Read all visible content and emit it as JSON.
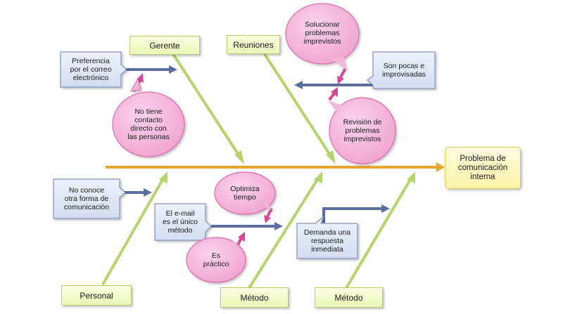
{
  "effect": {
    "label": "Problema de\ncomunicación\ninterna"
  },
  "categories": {
    "gerente": "Gerente",
    "reuniones": "Reuniones",
    "personal": "Personal",
    "metodo_1": "Método",
    "metodo_2": "Método"
  },
  "causes": {
    "preferencia": "Preferencia\npor el correo\nelectrónico",
    "no_tiene_contacto": "No tiene\ncontacto\ndirecto con\nlas personas",
    "solucionar": "Solucionar\nproblemas\nimprevistos",
    "son_pocas": "Son pocas e\nimprovisadas",
    "revision": "Revisión de\nproblemas\nimprevistos",
    "no_conoce": "No conoce\notra forma de\ncomunicación",
    "optimiza": "Optimiza\ntiempo",
    "email_unico": "El e-mail\nes el único\nmétodo",
    "es_practico": "Es\npráctico",
    "demanda": "Demanda una\nrespuesta\ninmediata"
  },
  "colors": {
    "spine": "#e8a52f",
    "bone": "#b5d46a",
    "arrow_blue": "#5a6fa0",
    "arrow_pink": "#d6479a",
    "callout_fill": "#f4b6d8",
    "callout_stroke": "#e06aa8",
    "cause_box_fill": "#dfe6f7",
    "cause_box_stroke": "#8293bd"
  }
}
